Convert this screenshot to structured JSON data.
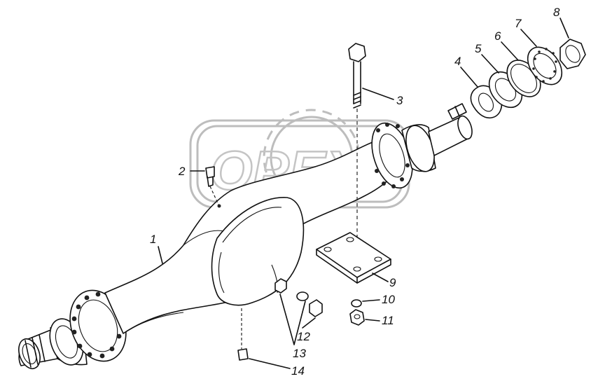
{
  "watermark": {
    "text": "OPEX"
  },
  "callouts": [
    {
      "id": "1",
      "text": "1"
    },
    {
      "id": "2",
      "text": "2"
    },
    {
      "id": "3",
      "text": "3"
    },
    {
      "id": "4",
      "text": "4"
    },
    {
      "id": "5",
      "text": "5"
    },
    {
      "id": "6",
      "text": "6"
    },
    {
      "id": "7",
      "text": "7"
    },
    {
      "id": "8",
      "text": "8"
    },
    {
      "id": "9",
      "text": "9"
    },
    {
      "id": "10",
      "text": "10"
    },
    {
      "id": "11",
      "text": "11"
    },
    {
      "id": "12",
      "text": "12"
    },
    {
      "id": "13",
      "text": "13"
    },
    {
      "id": "14",
      "text": "14"
    }
  ],
  "colors": {
    "line": "#111111",
    "watermark": "#bdbdbd",
    "background": "#ffffff"
  }
}
